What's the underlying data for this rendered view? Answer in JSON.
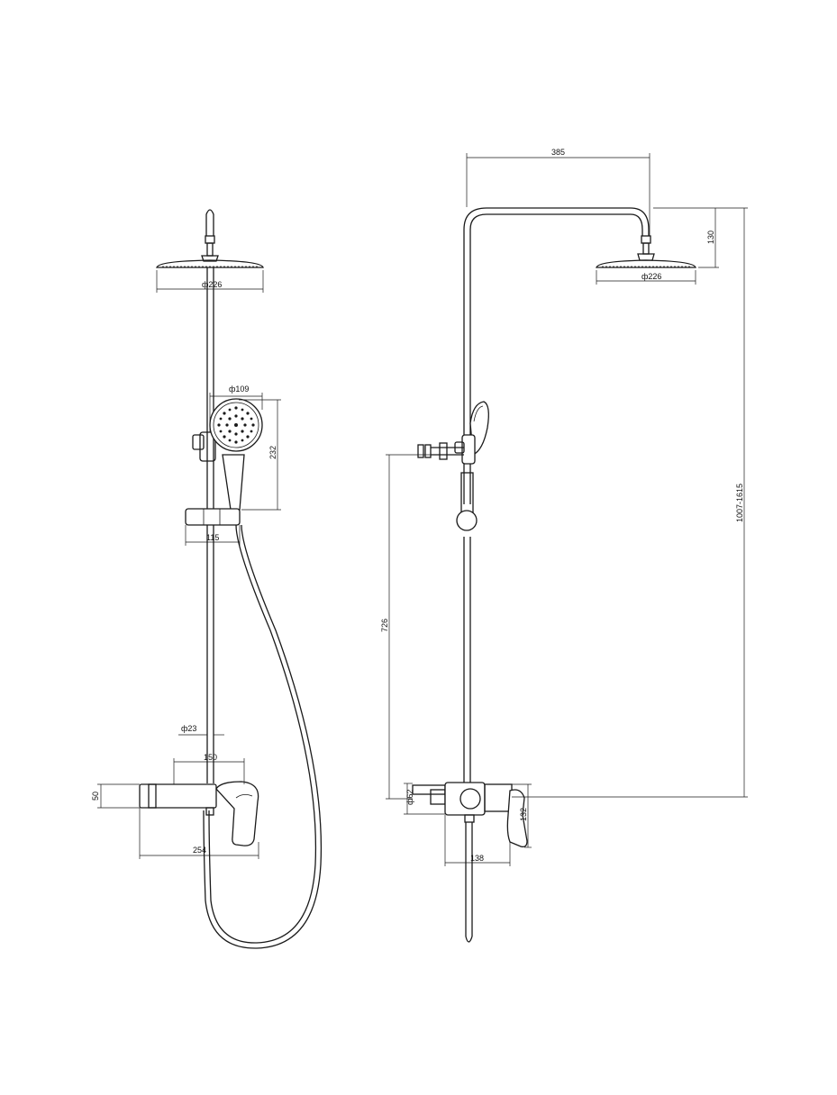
{
  "front_view": {
    "head_diameter": "ф226",
    "hand_shower_diameter": "ф109",
    "hand_shower_height": "232",
    "holder_offset": "115",
    "pipe_diameter": "ф23",
    "mixer_centres": "150",
    "mixer_height": "50",
    "mixer_length": "254"
  },
  "side_view": {
    "arm_reach": "385",
    "head_drop": "130",
    "head_diameter": "ф226",
    "total_height": "1007-1615",
    "bracket_height": "726",
    "flange_diameter": "ф62",
    "mixer_height": "132",
    "mixer_depth": "138"
  }
}
